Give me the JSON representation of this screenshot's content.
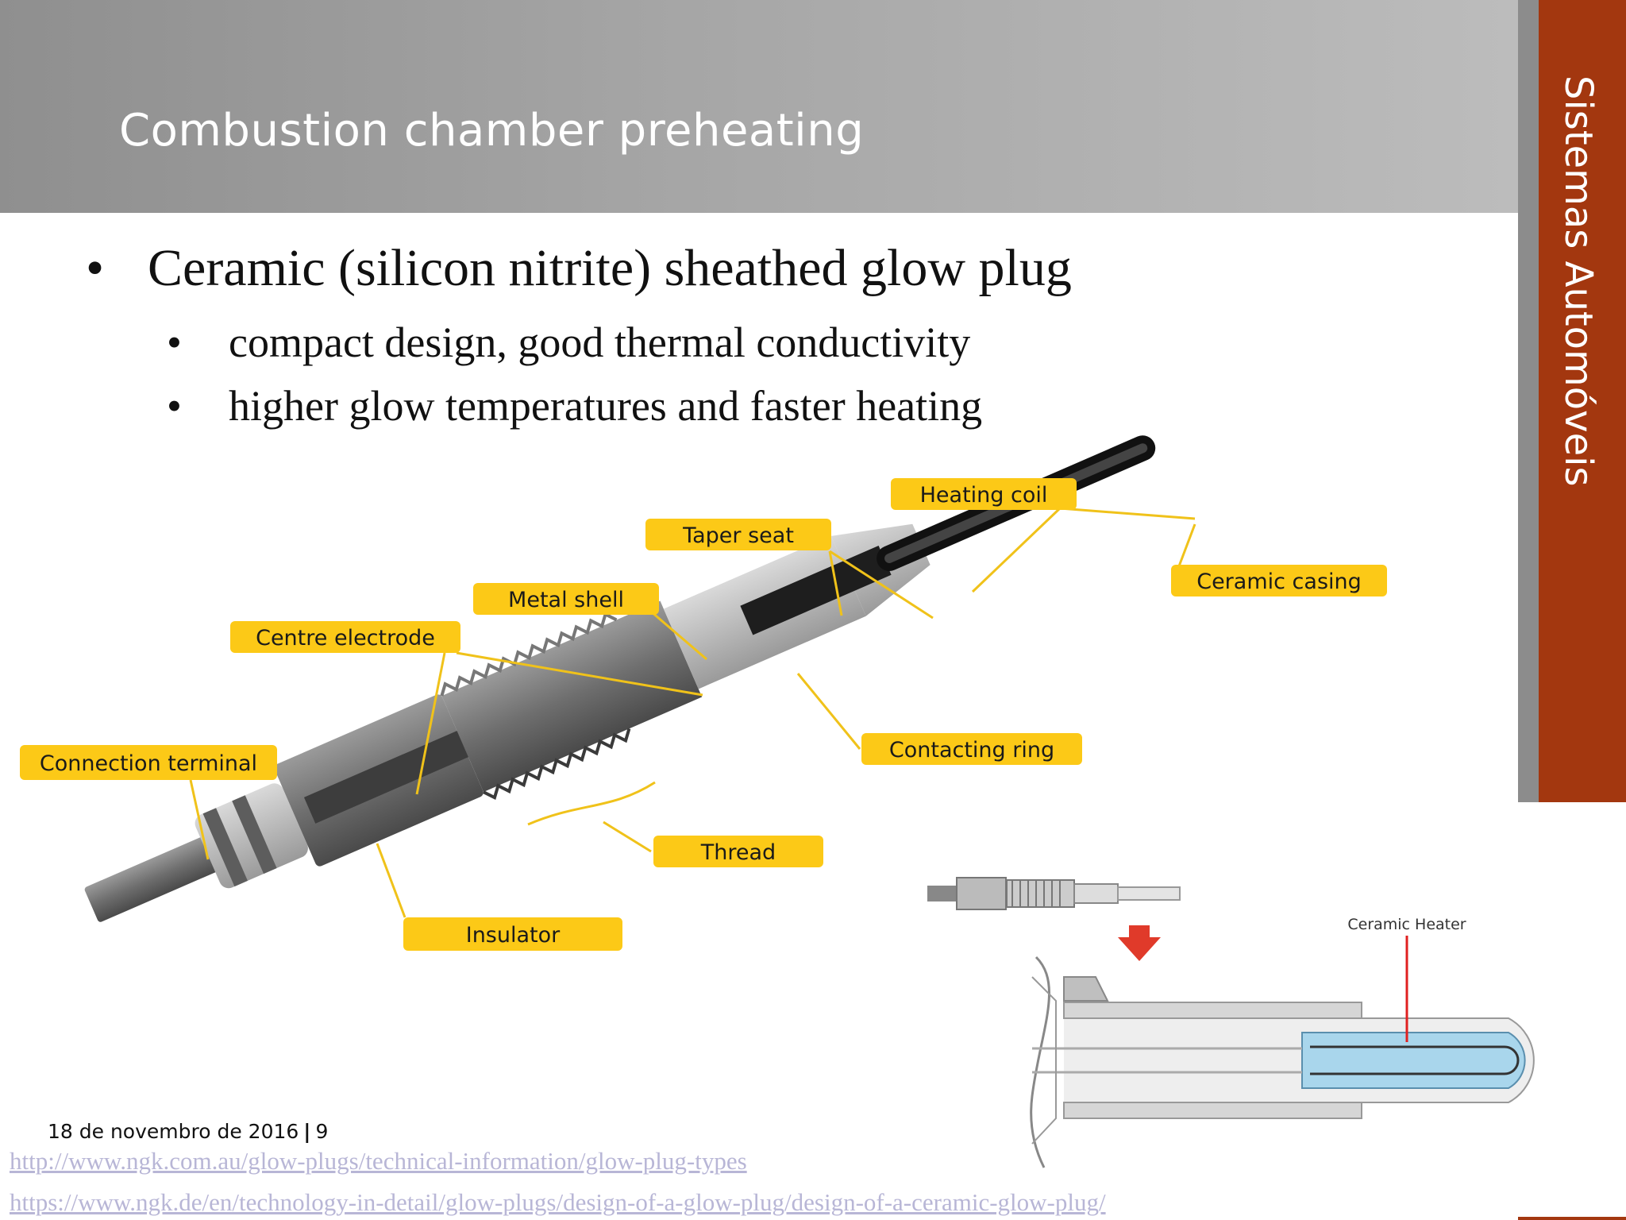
{
  "slide": {
    "title": "Combustion chamber preheating",
    "side_label": "Sistemas Automóveis",
    "bullets": {
      "main": "Ceramic (silicon nitrite) sheathed glow plug",
      "sub1": "compact design, good thermal conductivity",
      "sub2": "higher glow temperatures and faster heating",
      "marker": "•"
    },
    "diagram": {
      "labels": {
        "heating_coil": "Heating coil",
        "taper_seat": "Taper seat",
        "ceramic_casing": "Ceramic casing",
        "metal_shell": "Metal shell",
        "centre_electrode": "Centre electrode",
        "contacting_ring": "Contacting ring",
        "connection_terminal": "Connection terminal",
        "thread": "Thread",
        "insulator": "Insulator"
      },
      "inset_label": "Ceramic Heater"
    },
    "footer": {
      "date": "18 de novembro de 2016",
      "separator": "|",
      "page": "9"
    },
    "sources": [
      "http://www.ngk.com.au/glow-plugs/technical-information/glow-plug-types",
      "https://www.ngk.de/en/technology-in-detail/glow-plugs/design-of-a-glow-plug/design-of-a-ceramic-glow-plug/"
    ],
    "colors": {
      "header": "#a6a6a6",
      "side_bar": "#a3370f",
      "label_fill": "#fcc917",
      "link": "#b8b6d6"
    }
  }
}
